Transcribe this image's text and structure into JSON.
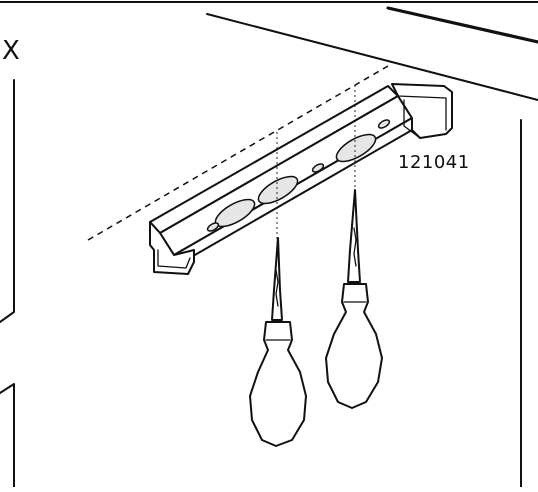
{
  "diagram": {
    "step_marker": "X",
    "part_number": "121041",
    "icons": [
      "mounting-rail",
      "screwdriver",
      "screwdriver"
    ]
  }
}
